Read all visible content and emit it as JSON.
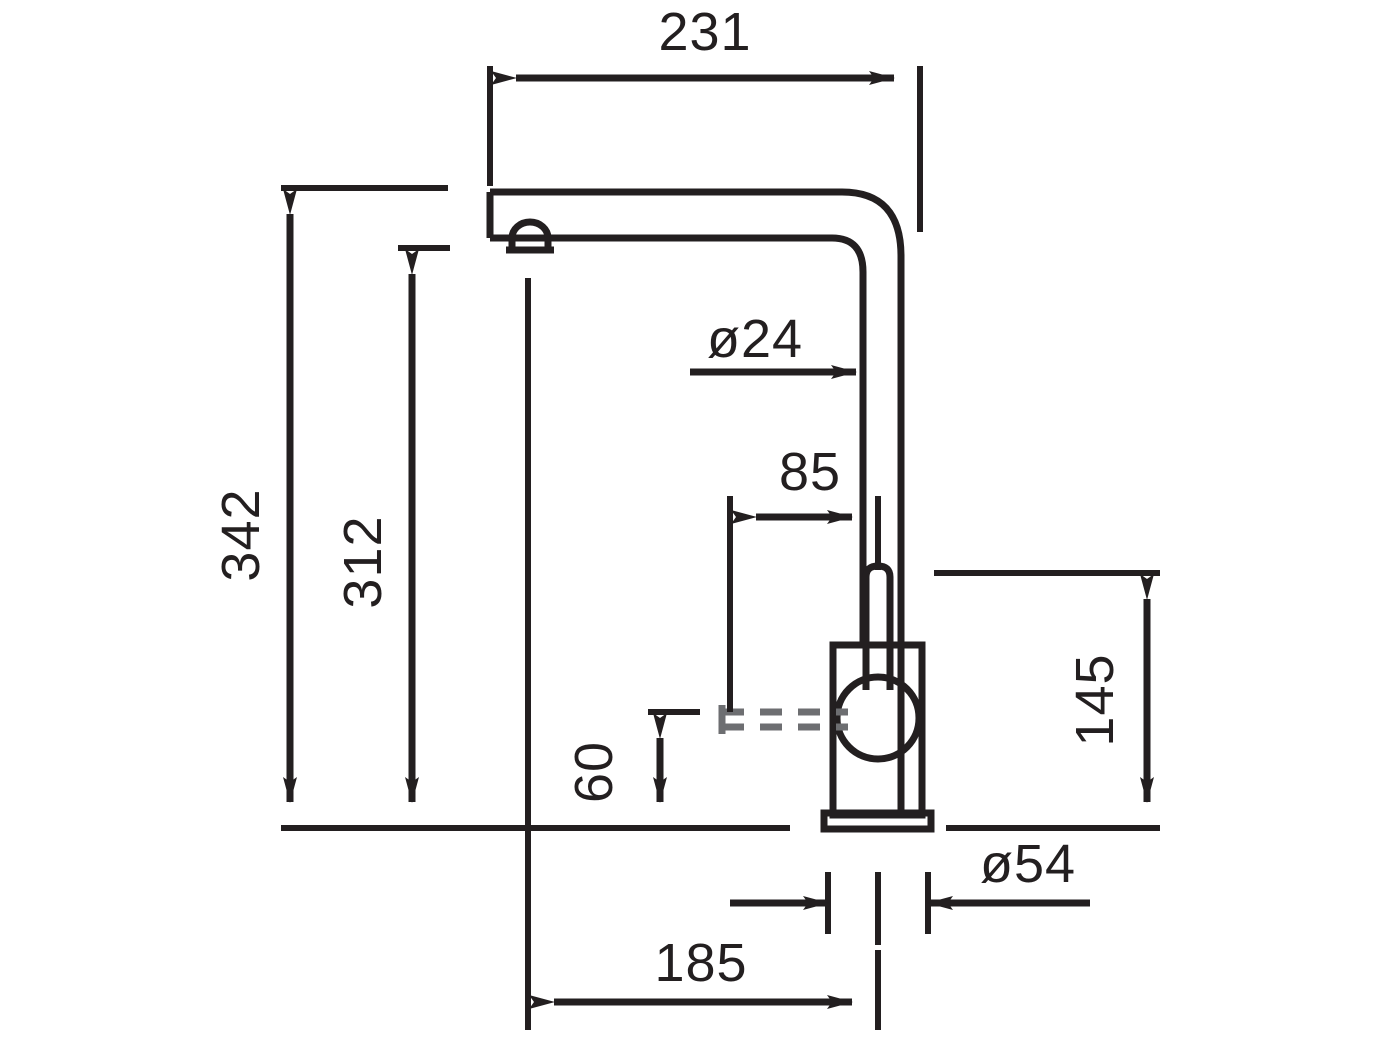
{
  "drawing": {
    "title": "Kitchen mixer tap dimensional drawing",
    "units": "mm",
    "line_color": "#231f20",
    "hidden_line_color": "#6d6e71",
    "background": "#ffffff"
  },
  "dimensions": {
    "spout_reach": {
      "label": "231",
      "name": "spout-reach",
      "orientation": "horizontal",
      "position": "top"
    },
    "overall_height": {
      "label": "342",
      "name": "overall-height",
      "orientation": "vertical",
      "position": "left-outer"
    },
    "spout_height": {
      "label": "312",
      "name": "spout-height",
      "orientation": "vertical",
      "position": "left-inner"
    },
    "spout_diameter": {
      "label": "ø24",
      "name": "spout-tube-diameter",
      "orientation": "leader",
      "position": "center"
    },
    "handle_offset": {
      "label": "85",
      "name": "handle-clearance",
      "orientation": "horizontal",
      "position": "mid"
    },
    "handle_height": {
      "label": "60",
      "name": "handle-lift-height",
      "orientation": "vertical",
      "position": "lower-center"
    },
    "body_height": {
      "label": "145",
      "name": "body-height",
      "orientation": "vertical",
      "position": "right"
    },
    "base_diameter": {
      "label": "ø54",
      "name": "base-diameter",
      "orientation": "horizontal",
      "position": "below-base"
    },
    "spout_projection": {
      "label": "185",
      "name": "spout-projection",
      "orientation": "horizontal",
      "position": "bottom"
    }
  },
  "parts": [
    {
      "name": "spout-tube",
      "label": "spout-tube"
    },
    {
      "name": "aerator-outlet",
      "label": "aerator-outlet"
    },
    {
      "name": "valve-body",
      "label": "valve-body"
    },
    {
      "name": "ball-valve-circle",
      "label": "ball-valve"
    },
    {
      "name": "lever-handle",
      "label": "lever-handle"
    },
    {
      "name": "base-flange",
      "label": "base-flange"
    },
    {
      "name": "handle-down-position",
      "label": "handle-lowered-hidden-outline"
    }
  ]
}
